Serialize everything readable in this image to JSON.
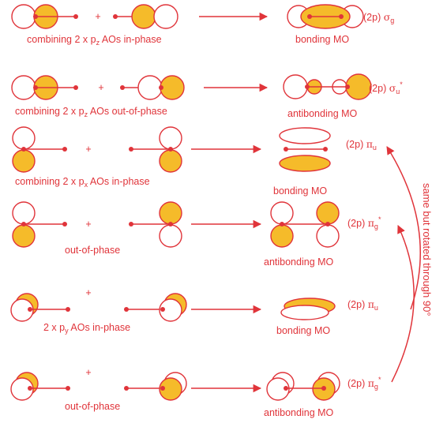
{
  "rows": [
    {
      "caption": "combining 2 x p",
      "sub": "z",
      "tail": " AOs in-phase",
      "mo_label": "bonding MO",
      "orbital_prefix": "(2p) ",
      "orbital_symbol": "σ",
      "orbital_sub": "g",
      "orbital_sup": ""
    },
    {
      "caption": "combining 2 x p",
      "sub": "z",
      "tail": " AOs out-of-phase",
      "mo_label": "antibonding MO",
      "orbital_prefix": "(2p) ",
      "orbital_symbol": "σ",
      "orbital_sub": "u",
      "orbital_sup": "*"
    },
    {
      "caption": "combining 2 x p",
      "sub": "x",
      "tail": " AOs in-phase",
      "mo_label": "bonding MO",
      "orbital_prefix": "(2p) ",
      "orbital_symbol": "π",
      "orbital_sub": "u",
      "orbital_sup": ""
    },
    {
      "caption": "out-of-phase",
      "sub": "",
      "tail": "",
      "mo_label": "antibonding MO",
      "orbital_prefix": "(2p) ",
      "orbital_symbol": "π",
      "orbital_sub": "g",
      "orbital_sup": "*"
    },
    {
      "caption": "2 x p",
      "sub": "y",
      "tail": " AOs in-phase",
      "mo_label": "bonding MO",
      "orbital_prefix": "(2p) ",
      "orbital_symbol": "π",
      "orbital_sub": "u",
      "orbital_sup": ""
    },
    {
      "caption": "out-of-phase",
      "sub": "",
      "tail": "",
      "mo_label": "antibonding MO",
      "orbital_prefix": "(2p) ",
      "orbital_symbol": "π",
      "orbital_sub": "g",
      "orbital_sup": "*"
    }
  ],
  "plus_sign": "+",
  "rotation_note": "same but rotated through 90°",
  "colors": {
    "line": "#e0343a",
    "fill": "#f5bb2a",
    "text": "#e0343a"
  }
}
